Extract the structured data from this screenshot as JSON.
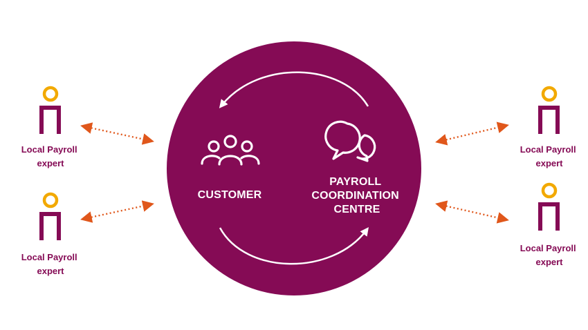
{
  "colors": {
    "circle": "#850B55",
    "expert_head": "#F2A900",
    "expert_body": "#850B55",
    "expert_text": "#850B55",
    "arrow": "#E0571B",
    "center_text": "#FFFFFF"
  },
  "icons": {
    "customer": "people-group-icon",
    "coordination": "chat-bubbles-icon",
    "expert": "person-icon"
  },
  "customer": {
    "label": "CUSTOMER"
  },
  "coordination": {
    "line1": "PAYROLL",
    "line2": "COORDINATION",
    "line3": "CENTRE"
  },
  "experts": {
    "left_top": {
      "line1": "Local Payroll",
      "line2": "expert"
    },
    "left_bottom": {
      "line1": "Local Payroll",
      "line2": "expert"
    },
    "right_top": {
      "line1": "Local Payroll",
      "line2": "expert"
    },
    "right_bottom": {
      "line1": "Local Payroll",
      "line2": "expert"
    }
  }
}
